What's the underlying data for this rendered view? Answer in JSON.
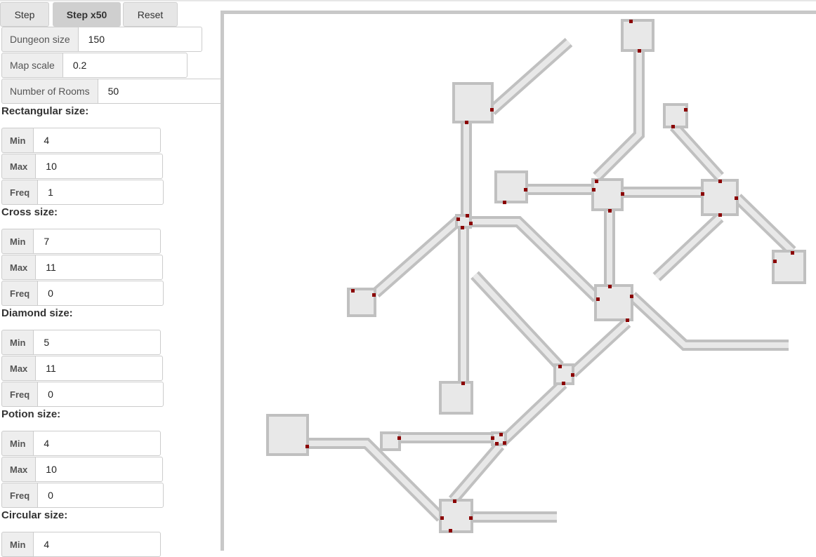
{
  "toolbar": {
    "step_label": "Step",
    "step50_label": "Step x50",
    "reset_label": "Reset"
  },
  "settings": {
    "dungeon_size_label": "Dungeon size",
    "dungeon_size_value": "150",
    "map_scale_label": "Map scale",
    "map_scale_value": "0.2",
    "num_rooms_label": "Number of Rooms",
    "num_rooms_value": "50"
  },
  "sections": [
    {
      "title": "Rectangular size:",
      "min_label": "Min",
      "min": "4",
      "max_label": "Max",
      "max": "10",
      "freq_label": "Freq",
      "freq": "1"
    },
    {
      "title": "Cross size:",
      "min_label": "Min",
      "min": "7",
      "max_label": "Max",
      "max": "11",
      "freq_label": "Freq",
      "freq": "0"
    },
    {
      "title": "Diamond size:",
      "min_label": "Min",
      "min": "5",
      "max_label": "Max",
      "max": "11",
      "freq_label": "Freq",
      "freq": "0"
    },
    {
      "title": "Potion size:",
      "min_label": "Min",
      "min": "4",
      "max_label": "Max",
      "max": "10",
      "freq_label": "Freq",
      "freq": "0"
    },
    {
      "title": "Circular size:",
      "min_label": "Min",
      "min": "4"
    }
  ],
  "map": {
    "room_fill": "#e8e8e8",
    "wall_color": "#c0c0c0",
    "corridor_fill": "#e8e8e8",
    "door_color": "#8b0000"
  }
}
